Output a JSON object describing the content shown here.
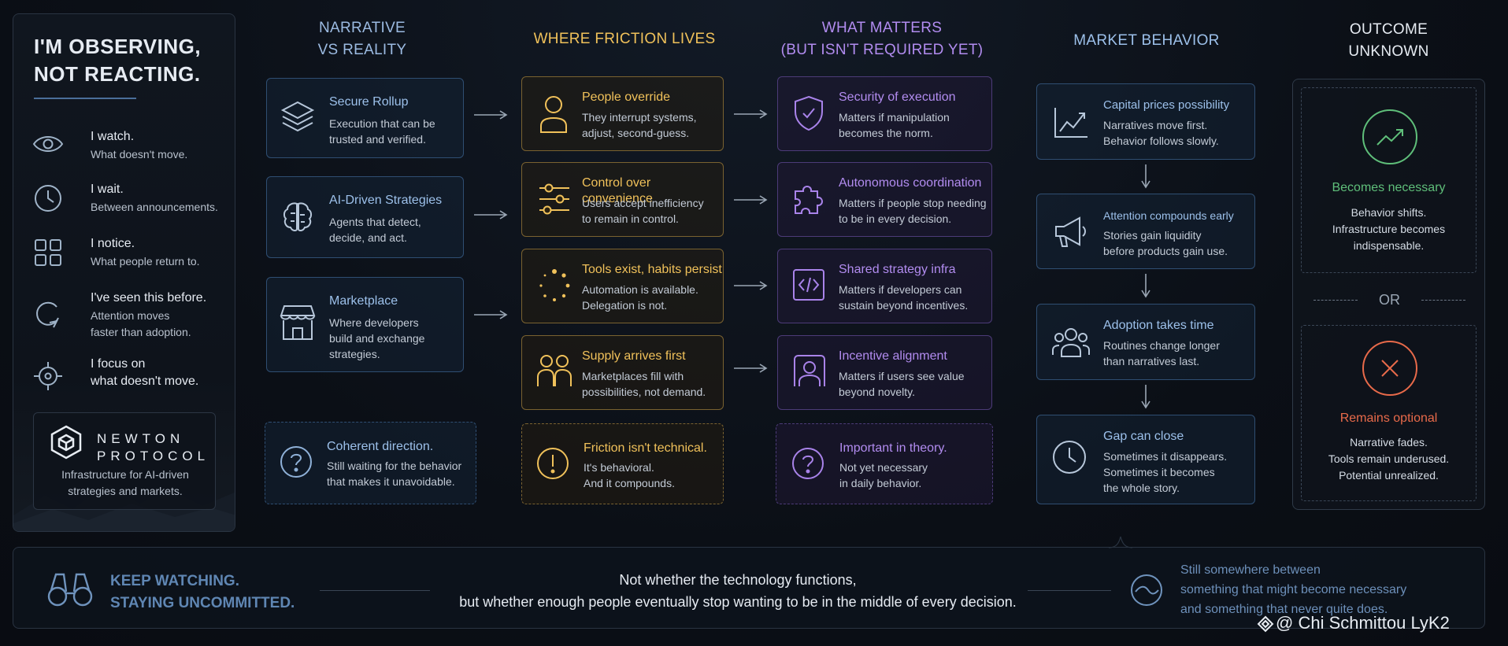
{
  "left_panel": {
    "title_line1": "I'M OBSERVING,",
    "title_line2": "NOT REACTING.",
    "items": [
      {
        "icon": "eye-icon",
        "title": "I watch.",
        "sub1": "What doesn't move.",
        "sub2": ""
      },
      {
        "icon": "clock-icon",
        "title": "I wait.",
        "sub1": "Between announcements.",
        "sub2": ""
      },
      {
        "icon": "grid-icon",
        "title": "I notice.",
        "sub1": "What people return to.",
        "sub2": ""
      },
      {
        "icon": "refresh-icon",
        "title": "I've seen this before.",
        "sub1": "Attention moves",
        "sub2": "faster than adoption."
      },
      {
        "icon": "crosshair-icon",
        "title": "I focus on",
        "sub1": "what doesn't move.",
        "sub2": ""
      }
    ],
    "brand": {
      "name_line1": "NEWTON",
      "name_line2": "PROTOCOL",
      "desc_line1": "Infrastructure for AI-driven",
      "desc_line2": "strategies and markets."
    }
  },
  "columns": {
    "narrative": {
      "header_line1": "NARRATIVE",
      "header_line2": "VS REALITY",
      "cards": [
        {
          "icon": "layers-icon",
          "title": "Secure Rollup",
          "line1": "Execution that can be",
          "line2": "trusted and verified."
        },
        {
          "icon": "brain-icon",
          "title": "AI-Driven Strategies",
          "line1": "Agents that detect,",
          "line2": "decide, and act."
        },
        {
          "icon": "storefront-icon",
          "title": "Marketplace",
          "line1": "Where developers",
          "line2": "build and exchange",
          "line3": "strategies."
        }
      ],
      "footer": {
        "icon": "question-icon",
        "title": "Coherent direction.",
        "line1": "Still waiting for the behavior",
        "line2": "that makes it unavoidable."
      }
    },
    "friction": {
      "header_line1": "WHERE FRICTION LIVES",
      "cards": [
        {
          "icon": "person-icon",
          "title": "People override",
          "line1": "They interrupt systems,",
          "line2": "adjust, second-guess."
        },
        {
          "icon": "sliders-icon",
          "title": "Control over convenience",
          "line1": "Users accept inefficiency",
          "line2": "to remain in control."
        },
        {
          "icon": "loading-dots-icon",
          "title": "Tools exist, habits persist",
          "line1": "Automation is available.",
          "line2": "Delegation is not."
        },
        {
          "icon": "people-icon",
          "title": "Supply arrives first",
          "line1": "Marketplaces fill with",
          "line2": "possibilities, not demand."
        }
      ],
      "footer": {
        "icon": "alert-icon",
        "title": "Friction isn't technical.",
        "line1": "It's behavioral.",
        "line2": "And it compounds."
      }
    },
    "matters": {
      "header_line1": "WHAT MATTERS",
      "header_line2": "(BUT ISN'T REQUIRED YET)",
      "cards": [
        {
          "icon": "shield-check-icon",
          "title": "Security of execution",
          "line1": "Matters if manipulation",
          "line2": "becomes the norm."
        },
        {
          "icon": "puzzle-icon",
          "title": "Autonomous coordination",
          "line1": "Matters if people stop needing",
          "line2": "to be in every decision."
        },
        {
          "icon": "code-icon",
          "title": "Shared strategy infra",
          "line1": "Matters if developers can",
          "line2": "sustain beyond incentives."
        },
        {
          "icon": "user-group-icon",
          "title": "Incentive alignment",
          "line1": "Matters if users see value",
          "line2": "beyond novelty."
        }
      ],
      "footer": {
        "icon": "question-icon",
        "title": "Important in theory.",
        "line1": "Not yet necessary",
        "line2": "in daily behavior."
      }
    },
    "market": {
      "header_line1": "MARKET BEHAVIOR",
      "cards": [
        {
          "icon": "chart-line-icon",
          "title": "Capital prices possibility",
          "line1": "Narratives move first.",
          "line2": "Behavior follows slowly."
        },
        {
          "icon": "megaphone-icon",
          "title": "Attention compounds early",
          "line1": "Stories gain liquidity",
          "line2": "before products gain use."
        },
        {
          "icon": "people-icon",
          "title": "Adoption takes time",
          "line1": "Routines change longer",
          "line2": "than narratives last."
        },
        {
          "icon": "clock-icon",
          "title": "Gap can close",
          "line1": "Sometimes it disappears.",
          "line2": "Sometimes it becomes",
          "line3": "the whole story."
        }
      ]
    },
    "outcome": {
      "header_line1": "OUTCOME",
      "header_line2": "UNKNOWN",
      "positive": {
        "icon": "trend-up-icon",
        "title": "Becomes necessary",
        "line1": "Behavior shifts.",
        "line2": "Infrastructure becomes",
        "line3": "indispensable."
      },
      "divider": "OR",
      "negative": {
        "icon": "x-circle-icon",
        "title": "Remains optional",
        "line1": "Narrative fades.",
        "line2": "Tools remain underused.",
        "line3": "Potential unrealized."
      }
    }
  },
  "bottom": {
    "left_line1": "KEEP WATCHING.",
    "left_line2": "STAYING UNCOMMITTED.",
    "center_line1": "Not whether the technology functions,",
    "center_line2": "but whether enough people eventually stop wanting to be in the middle of every decision.",
    "right_line1": "Still somewhere between",
    "right_line2": "something that might become necessary",
    "right_line3": "and something that never quite does."
  },
  "watermark": "@ Chi Schmittou LyK2",
  "colors": {
    "blue": "#9cc0ea",
    "gold": "#f0c15a",
    "purple": "#b28cf0",
    "green": "#5fbf7a",
    "red": "#e86a4a"
  }
}
